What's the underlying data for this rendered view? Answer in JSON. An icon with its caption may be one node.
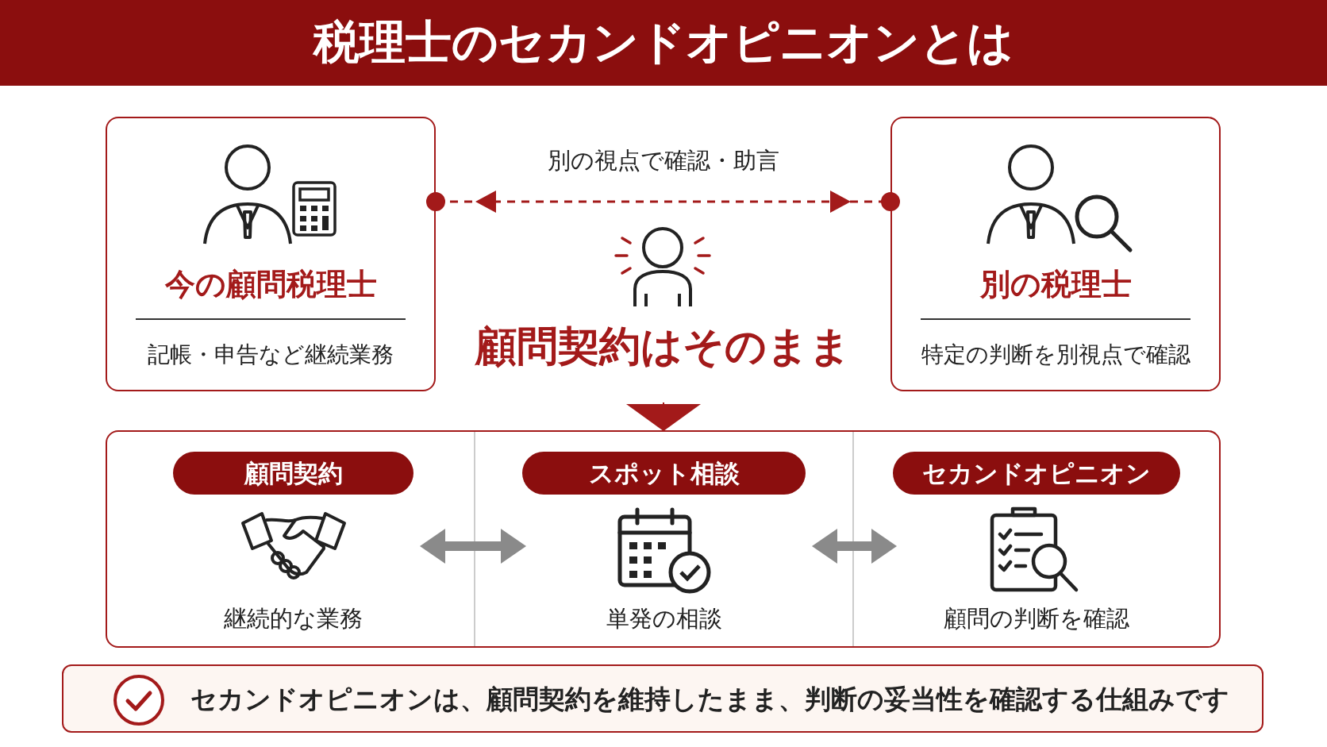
{
  "diagram": {
    "title": "税理士のセカンドオピニオンとは",
    "nodes": [
      {
        "text": [
          "今の顧問税理士",
          "記帳・申告など継続業務"
        ]
      },
      {
        "text": [
          "別の税理士",
          "特定の判断を別視点で確認"
        ]
      },
      {
        "text": [
          "顧問契約はそのまま"
        ]
      },
      {
        "text": [],
        "shape": "box"
      },
      {
        "text": [
          "顧問契約",
          "継続的な業務"
        ],
        "in": 3
      },
      {
        "text": [
          "スポット相談",
          "単発の相談"
        ],
        "in": 3
      },
      {
        "text": [
          "セカンドオピニオン",
          "顧問の判断を確認"
        ],
        "in": 3
      },
      {
        "text": [
          "セカンドオピニオンは、顧問契約を維持したまま、判断の妥当性を確認する仕組みです"
        ]
      }
    ],
    "edges": [
      {
        "from": 0,
        "to": 1,
        "arrow": "both",
        "style": "dashed",
        "color": "#a31a1a",
        "label": "別の視点で確認・助言"
      },
      {
        "from": 2,
        "to": 3,
        "arrow": "to",
        "color": "#a31a1a"
      },
      {
        "from": 4,
        "to": 5,
        "arrow": "both",
        "style": "thick",
        "color": "#8a8a8a"
      },
      {
        "from": 5,
        "to": 6,
        "arrow": "both",
        "style": "thick",
        "color": "#8a8a8a"
      }
    ]
  }
}
